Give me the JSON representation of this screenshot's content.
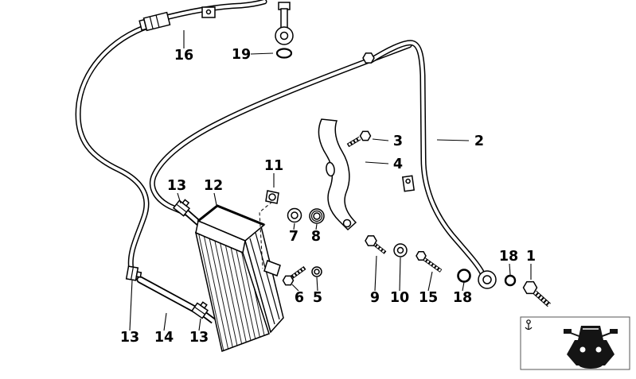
{
  "diagram": {
    "background": "#ffffff",
    "line_color": "#000000",
    "kind": "exploded-parts-diagram-oil-cooler-and-hoses"
  },
  "callouts": [
    {
      "label": "16"
    },
    {
      "label": "19"
    },
    {
      "label": "3"
    },
    {
      "label": "2"
    },
    {
      "label": "4"
    },
    {
      "label": "11"
    },
    {
      "label": "13"
    },
    {
      "label": "12"
    },
    {
      "label": "7"
    },
    {
      "label": "8"
    },
    {
      "label": "18"
    },
    {
      "label": "1"
    },
    {
      "label": "6"
    },
    {
      "label": "5"
    },
    {
      "label": "9"
    },
    {
      "label": "10"
    },
    {
      "label": "15"
    },
    {
      "label": "18"
    },
    {
      "label": "13"
    },
    {
      "label": "14"
    },
    {
      "label": "13"
    }
  ],
  "legend": {
    "icon": "motorcycle-front-view"
  }
}
